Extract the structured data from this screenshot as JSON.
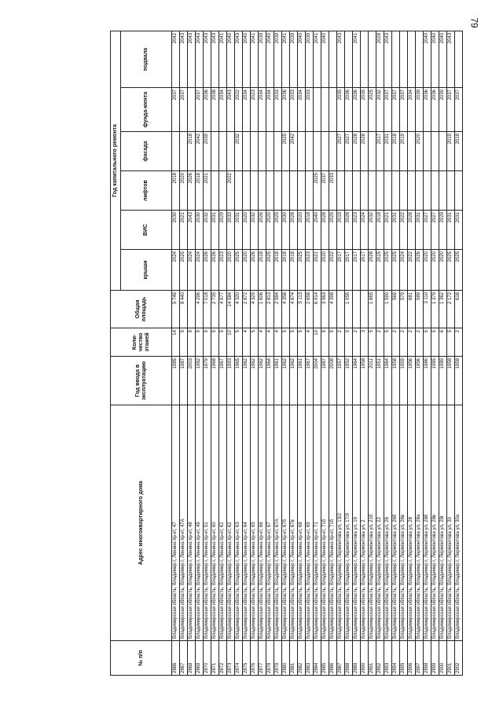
{
  "page_number": "79",
  "headers": {
    "num": "№ п/п",
    "address": "Адрес многоквартирного дома",
    "year_commission": "Год ввода в эксплуатацию",
    "floors": "Коли-чество этажей",
    "area": "Общая площадь",
    "group": "Год капитального ремонта",
    "roof": "крыши",
    "vis": "ВИС",
    "lifts": "лифтов",
    "facade": "фасада",
    "foundation": "фунда-мента",
    "basement": "подвала"
  },
  "rows": [
    [
      "2866",
      "Владимирская область, Владимир г, Ленина пр-кт, 47",
      "1985",
      "14",
      "5 746",
      "2024",
      "2030",
      "2018",
      "",
      "2037",
      "2042"
    ],
    [
      "2867",
      "Владимирская область, Владимир г, Ленина пр-кт, 47А",
      "1987",
      "9",
      "8 440",
      "2025",
      "2021",
      "2020",
      "",
      "2037",
      "2043"
    ],
    [
      "2868",
      "Владимирская область, Владимир г, Ленина пр-кт, 48",
      "2003",
      "9",
      "",
      "2024",
      "2043",
      "2026",
      "2018",
      "",
      "2043"
    ],
    [
      "2869",
      "Владимирская область, Владимир г, Ленина пр-кт, 49",
      "1982",
      "9",
      "4 296",
      "2024",
      "2030",
      "2018",
      "2042",
      "2037",
      "2043"
    ],
    [
      "2870",
      "Владимирская область, Владимир г, Ленина пр-кт, 51",
      "1979",
      "9",
      "7 018",
      "2026",
      "2032",
      "2021",
      "2039",
      "2036",
      "2043"
    ],
    [
      "2871",
      "Владимирская область, Владимир г, Ленина пр-кт, 60",
      "1968",
      "5",
      "2 735",
      "2026",
      "2031",
      "",
      "",
      "2038",
      "2043"
    ],
    [
      "2872",
      "Владимирская область, Владимир г, Ленина пр-кт, 61",
      "1967",
      "5",
      "4 977",
      "2023",
      "2029",
      "",
      "",
      "2034",
      "2041"
    ],
    [
      "2873",
      "Владимирская область, Владимир г, Ленина пр-кт, 62",
      "1993",
      "10",
      "14 584",
      "2020",
      "2033",
      "2022",
      "",
      "2043",
      "2040"
    ],
    [
      "2874",
      "Владимирская область, Владимир г, Ленина пр-кт, 63",
      "1965",
      "5",
      "4 320",
      "2025",
      "2031",
      "",
      "2032",
      "2022",
      "2043"
    ],
    [
      "2875",
      "Владимирская область, Владимир г, Ленина пр-кт, 64",
      "1962",
      "4",
      "2 872",
      "2020",
      "2020",
      "",
      "",
      "2034",
      "2040"
    ],
    [
      "2876",
      "Владимирская область, Владимир г, Ленина пр-кт, 65",
      "1962",
      "5",
      "4 329",
      "2026",
      "2032",
      "",
      "",
      "2023",
      "2041"
    ],
    [
      "2877",
      "Владимирская область, Владимир г, Ленина пр-кт, 66",
      "1962",
      "4",
      "1 606",
      "2018",
      "2026",
      "",
      "",
      "2034",
      "2039"
    ],
    [
      "2878",
      "Владимирская область, Владимир г, Ленина пр-кт, 67",
      "1964",
      "4",
      "2 813",
      "2025",
      "2020",
      "",
      "",
      "2034",
      "2040"
    ],
    [
      "2879",
      "Владимирская область, Владимир г, Ленина пр-кт, 67А",
      "1961",
      "4",
      "2 984",
      "2018",
      "2025",
      "",
      "",
      "2033",
      "2039"
    ],
    [
      "2880",
      "Владимирская область, Владимир г, Ленина пр-кт, 67б",
      "1962",
      "5",
      "4 358",
      "2018",
      "2030",
      "",
      "2025",
      "2036",
      "2041"
    ],
    [
      "2881",
      "Владимирская область, Владимир г, Ленина пр-кт, 67в",
      "1962",
      "5",
      "4 674",
      "2018",
      "2028",
      "",
      "2042",
      "2033",
      "2039"
    ],
    [
      "2882",
      "Владимирская область, Владимир г, Ленина пр-кт, 68",
      "1961",
      "5",
      "5 113",
      "2025",
      "2020",
      "",
      "",
      "2034",
      "2040"
    ],
    [
      "2883",
      "Владимирская область, Владимир г, Ленина пр-кт, 69",
      "1967",
      "4",
      "2 658",
      "2023",
      "2018",
      "",
      "",
      "2033",
      "2039"
    ],
    [
      "2884",
      "Владимирская область, Владимир г, Ленина пр-кт, 71",
      "2004",
      "10",
      "6 914",
      "2021",
      "2040",
      "2025",
      "",
      "",
      "2041"
    ],
    [
      "2885",
      "Владимирская область, Владимир г, Ленина пр-кт, 71б",
      "1987",
      "9",
      "3 963",
      "2020",
      "2028",
      "2037",
      "",
      "",
      "2040"
    ],
    [
      "2886",
      "Владимирская область, Владимир г, Ленина пр-кт, 71б",
      "2008",
      "9",
      "4 398",
      "2022",
      "2029",
      "2033",
      "",
      "",
      ""
    ],
    [
      "2887",
      "Владимирская область, Владимир г, Лермонтова ул, 13/2",
      "1957",
      "2",
      "",
      "2017",
      "2019",
      "",
      "2027",
      "2035",
      "2043"
    ],
    [
      "2888",
      "Владимирская область, Владимир г, Лермонтова ул, 17/9",
      "1952",
      "0",
      "1 055",
      "2017",
      "2028",
      "",
      "2027",
      "2036",
      ""
    ],
    [
      "2889",
      "Владимирская область, Владимир г, Лермонтова ул, 19",
      "1964",
      "2",
      "",
      "2017",
      "2023",
      "",
      "2028",
      "2036",
      "2041"
    ],
    [
      "2890",
      "Владимирская область, Владимир г, Лермонтова ул, 2",
      "1958",
      "3",
      "",
      "2017",
      "2024",
      "",
      "2028",
      "2035",
      ""
    ],
    [
      "2891",
      "Владимирская область, Владимир г, Лермонтова ул, 21б",
      "2011",
      "5",
      "1 665",
      "2028",
      "2032",
      "",
      "",
      "2025",
      ""
    ],
    [
      "2892",
      "Владимирская область, Владимир г, Лермонтова ул, 22",
      "1951",
      "2",
      "",
      "2015",
      "2018",
      "",
      "2017",
      "2032",
      "2028"
    ],
    [
      "2893",
      "Владимирская область, Владимир г, Лермонтова ул, 26",
      "1964",
      "5",
      "1 590",
      "2025",
      "2021",
      "",
      "2031",
      "2037",
      "2043"
    ],
    [
      "2894",
      "Владимирская область, Владимир г, Лермонтова ул, 26б",
      "1958",
      "2",
      "569",
      "2025",
      "2031",
      "",
      "2018",
      "2037",
      ""
    ],
    [
      "2895",
      "Владимирская область, Владимир г, Лермонтова ул, 26в",
      "1959",
      "2",
      "579",
      "2024",
      "2022",
      "",
      "2019",
      "2037",
      ""
    ],
    [
      "2896",
      "Владимирская область, Владимир г, Лермонтова ул, 28",
      "1956",
      "2",
      "681",
      "2022",
      "2028",
      "",
      "",
      "2034",
      ""
    ],
    [
      "2897",
      "Владимирская область, Владимир г, Лермонтова ул, 28а",
      "1956",
      "2",
      "589",
      "2026",
      "2031",
      "",
      "2020",
      "2038",
      ""
    ],
    [
      "2898",
      "Владимирская область, Владимир г, Лермонтова ул, 28б",
      "1986",
      "5",
      "3 110",
      "2020",
      "2027",
      "",
      "",
      "2036",
      "2040"
    ],
    [
      "2899",
      "Владимирская область, Владимир г, Лермонтова ул, 28в",
      "1985",
      "5",
      "1 379",
      "2020",
      "2027",
      "",
      "",
      "2036",
      "2040"
    ],
    [
      "2900",
      "Владимирская область, Владимир г, Лермонтова ул, 28г",
      "1989",
      "6",
      "1 362",
      "2020",
      "2029",
      "",
      "",
      "2039",
      "2040"
    ],
    [
      "2901",
      "Владимирская область, Владимир г, Лермонтова ул, 30",
      "1958",
      "5",
      "2 172",
      "2025",
      "2031",
      "",
      "2019",
      "2037",
      "2043"
    ],
    [
      "2902",
      "Владимирская область, Владимир г, Лермонтова ул, 30а",
      "1958",
      "2",
      "616",
      "2025",
      "2031",
      "",
      "2018",
      "2037",
      ""
    ]
  ]
}
